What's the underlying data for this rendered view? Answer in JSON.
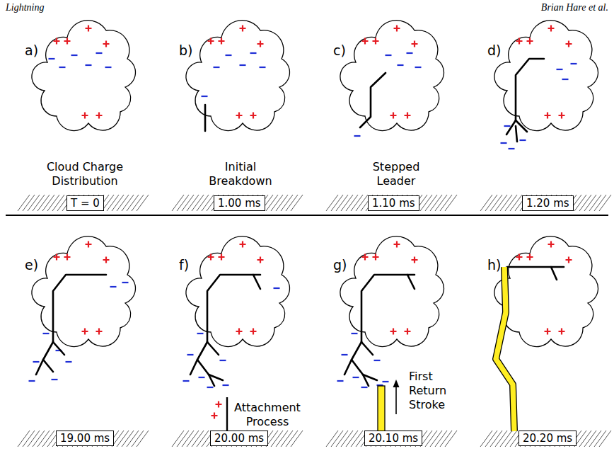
{
  "diagram": {
    "nodes": [
      {
        "text": [
          "T = 0"
        ]
      },
      {
        "text": [
          "1.00 ms"
        ]
      },
      {
        "text": [
          "1.10 ms"
        ]
      },
      {
        "text": [
          "1.20 ms"
        ]
      },
      {
        "text": [
          "19.00 ms"
        ]
      },
      {
        "text": [
          "20.00 ms"
        ]
      },
      {
        "text": [
          "20.10 ms"
        ]
      },
      {
        "text": [
          "20.20 ms"
        ]
      }
    ],
    "labels": [
      "Lightning",
      "Brian Hare et al.",
      "a)",
      "b)",
      "c)",
      "d)",
      "Cloud Charge Distribution",
      "Initial Breakdown",
      "Stepped Leader",
      "e)",
      "f)",
      "g)",
      "h)",
      "Attachment Process",
      "First Return Stroke"
    ]
  }
}
